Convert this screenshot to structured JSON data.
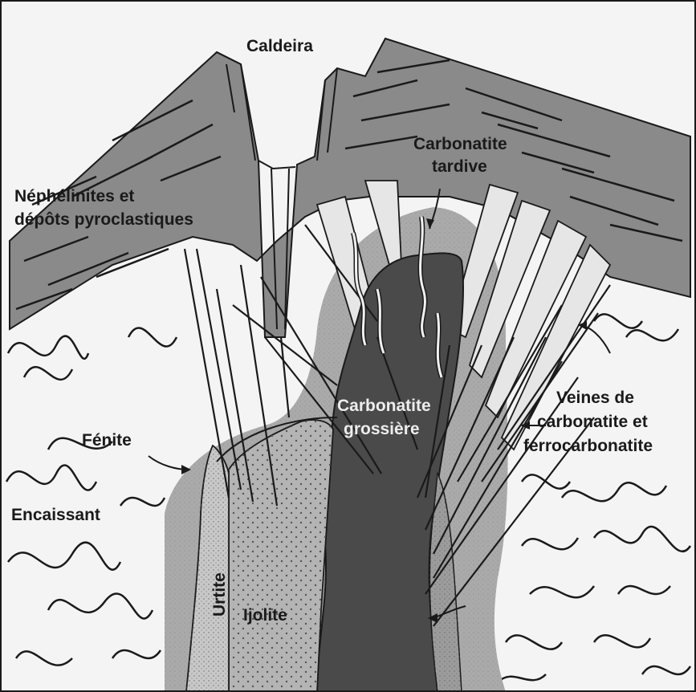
{
  "labels": {
    "caldeira": "Caldeira",
    "carbonatite_tardive_1": "Carbonatite",
    "carbonatite_tardive_2": "tardive",
    "nephelinites_1": "Néphélinites et",
    "nephelinites_2": "dépôts pyroclastiques",
    "carbonatite_grossiere_1": "Carbonatite",
    "carbonatite_grossiere_2": "grossière",
    "veines_1": "Veines de",
    "veines_2": "carbonatite et",
    "veines_3": "ferrocarbonatite",
    "fenite": "Fénite",
    "encaissant": "Encaissant",
    "urtite": "Urtite",
    "ijolite": "Ijolite"
  },
  "colors": {
    "background": "#f4f4f4",
    "volcanic_cone": "#8a8a8a",
    "fenite_halo": "#aaaaaa",
    "fenite_dark": "#9c9c9c",
    "coarse_carbonatite": "#4a4a4a",
    "ijolite": "#b4b4b4",
    "urtite": "#c8c8c8",
    "vein_fan": "#e6e6e6",
    "line": "#1a1a1a"
  }
}
